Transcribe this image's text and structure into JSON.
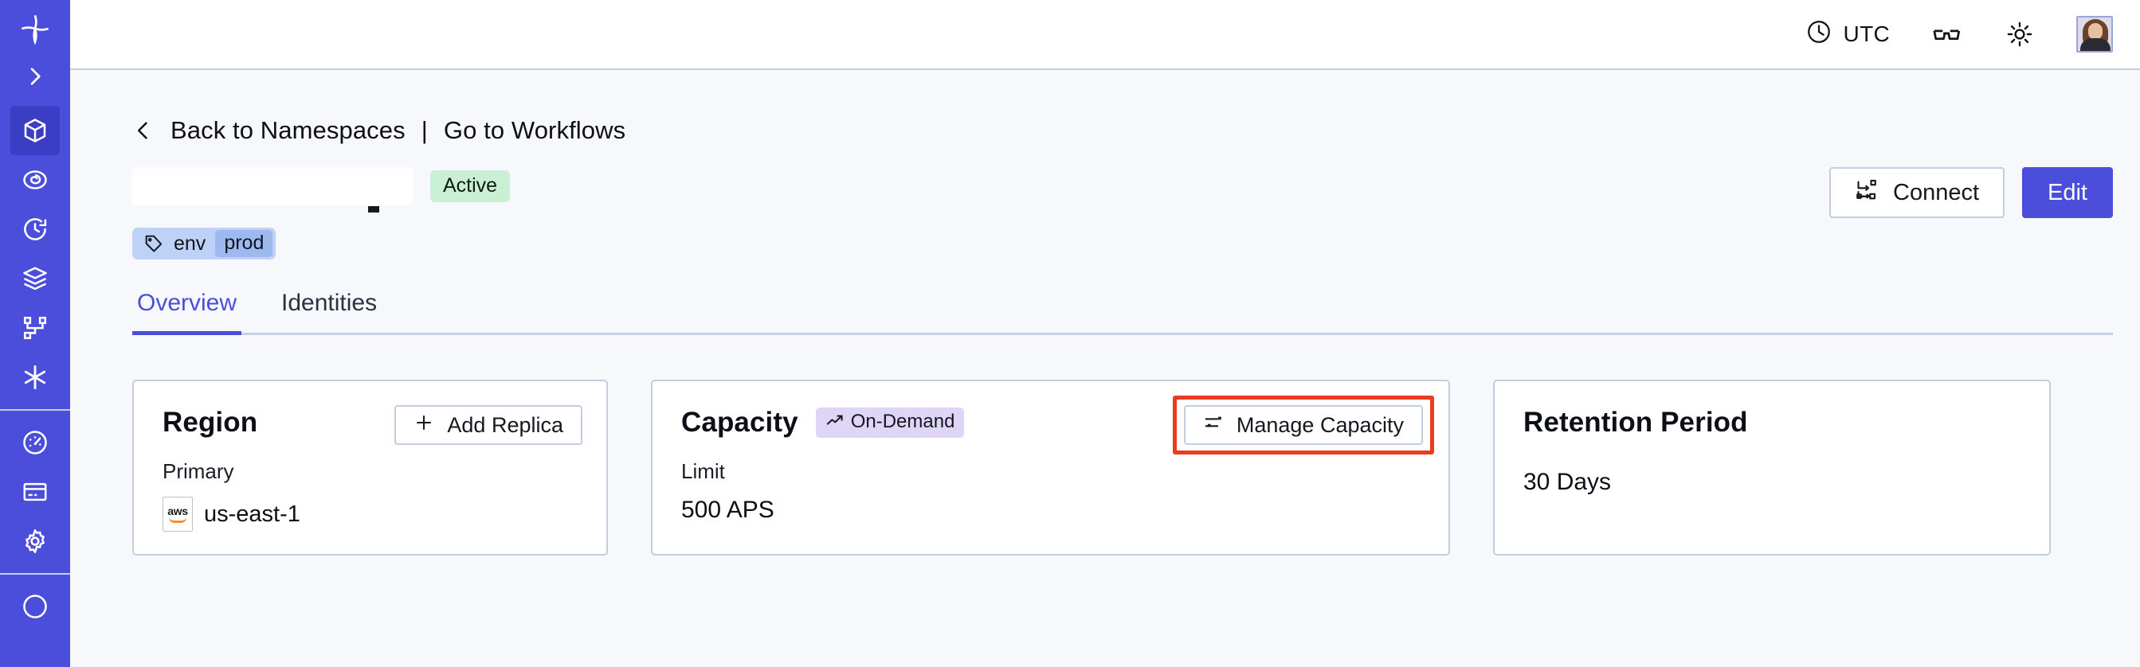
{
  "colors": {
    "sidebar_bg": "#4b4ddb",
    "sidebar_active": "#3b3dc4",
    "accent": "#4b4ddb",
    "page_bg": "#f7f8fb",
    "card_border": "#c3cde1",
    "badge_active_bg": "#c9f0d4",
    "badge_ondemand_bg": "#ded5f7",
    "tag_bg": "#bed1f7",
    "tag_value_bg": "#9db9f0",
    "highlight_red": "#ea3c21"
  },
  "sidebar": {
    "items": [
      {
        "name": "logo-icon",
        "label": "Temporal Logo",
        "active": false
      },
      {
        "name": "expand-sidebar-icon",
        "label": "Expand",
        "active": false
      },
      {
        "name": "namespaces-cube-icon",
        "label": "Namespaces",
        "active": true
      },
      {
        "name": "observability-eye-icon",
        "label": "Observability",
        "active": false
      },
      {
        "name": "schedules-clock-icon",
        "label": "Schedules",
        "active": false
      },
      {
        "name": "batch-layers-icon",
        "label": "Batch Operations",
        "active": false
      },
      {
        "name": "workflows-graph-icon",
        "label": "Workflows",
        "active": false
      },
      {
        "name": "nexus-asterisk-icon",
        "label": "Nexus",
        "active": false
      },
      {
        "name": "usage-gauge-icon",
        "label": "Usage",
        "active": false
      },
      {
        "name": "billing-card-icon",
        "label": "Billing",
        "active": false
      },
      {
        "name": "settings-gear-icon",
        "label": "Settings",
        "active": false
      },
      {
        "name": "help-icon",
        "label": "Help",
        "active": false
      }
    ]
  },
  "topbar": {
    "timezone_label": "UTC",
    "timezone_icon": "clock-icon",
    "glasses_icon": "glasses-icon",
    "theme_icon": "sun-icon",
    "avatar_icon": "user-avatar"
  },
  "breadcrumb": {
    "back_icon": "chevron-left-icon",
    "back_label": "Back to Namespaces",
    "separator": "|",
    "workflows_label": "Go to Workflows"
  },
  "header": {
    "title": "",
    "title_redacted": true,
    "status_badge": "Active",
    "tag": {
      "icon": "tag-icon",
      "key": "env",
      "value": "prod"
    },
    "connect_button": {
      "label": "Connect",
      "icon": "connect-flow-icon"
    },
    "edit_button": {
      "label": "Edit"
    }
  },
  "tabs": [
    {
      "label": "Overview",
      "active": true
    },
    {
      "label": "Identities",
      "active": false
    }
  ],
  "cards": {
    "region": {
      "title": "Region",
      "action": {
        "label": "Add Replica",
        "icon": "plus-icon"
      },
      "sub_label": "Primary",
      "provider_icon": "aws-logo",
      "provider_text": "aws",
      "value": "us-east-1"
    },
    "capacity": {
      "title": "Capacity",
      "badge": {
        "label": "On-Demand",
        "icon": "trending-up-icon"
      },
      "action": {
        "label": "Manage Capacity",
        "icon": "sliders-icon"
      },
      "action_highlighted": true,
      "sub_label": "Limit",
      "value": "500 APS"
    },
    "retention": {
      "title": "Retention Period",
      "value": "30 Days"
    }
  }
}
